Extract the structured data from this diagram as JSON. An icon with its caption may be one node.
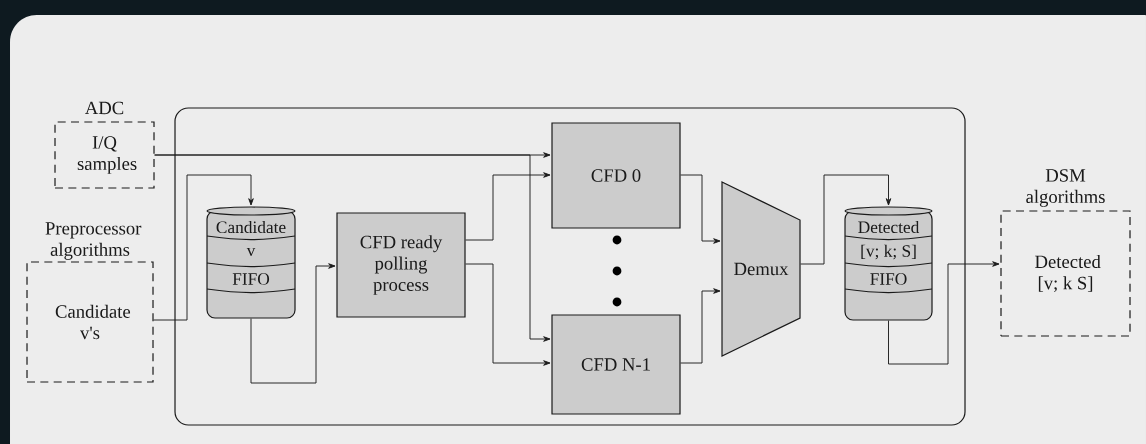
{
  "diagram": {
    "nodes": [
      {
        "text": [
          "ADC",
          "I/Q samples"
        ]
      },
      {
        "text": [
          "Preprocessor algorithms",
          "Candidate v's"
        ]
      },
      {
        "text": [],
        "shape": "box"
      },
      {
        "text": [
          "Candidate",
          "v",
          "FIFO"
        ],
        "in": 2
      },
      {
        "text": [
          "CFD ready polling process"
        ],
        "in": 2
      },
      {
        "text": [
          "CFD 0"
        ],
        "in": 2
      },
      {
        "text": [
          "CFD N-1"
        ],
        "in": 2
      },
      {
        "text": [
          "Demux"
        ],
        "in": 2
      },
      {
        "text": [
          "Detected",
          "[v; k; S]",
          "FIFO"
        ],
        "in": 2
      },
      {
        "text": [
          "DSM algorithms",
          "Detected [v; k S]"
        ]
      }
    ],
    "edges": [
      {
        "from": 0,
        "to": 5,
        "arrow": "to"
      },
      {
        "from": 0,
        "to": 6,
        "arrow": "to"
      },
      {
        "from": 1,
        "to": 3,
        "arrow": "to"
      },
      {
        "from": 3,
        "to": 4,
        "arrow": "to"
      },
      {
        "from": 4,
        "to": 5,
        "arrow": "to"
      },
      {
        "from": 4,
        "to": 6,
        "arrow": "to"
      },
      {
        "from": 5,
        "to": 7,
        "arrow": "to"
      },
      {
        "from": 6,
        "to": 7,
        "arrow": "to"
      },
      {
        "from": 7,
        "to": 8,
        "arrow": "to"
      },
      {
        "from": 8,
        "to": 9,
        "arrow": "to"
      }
    ]
  }
}
